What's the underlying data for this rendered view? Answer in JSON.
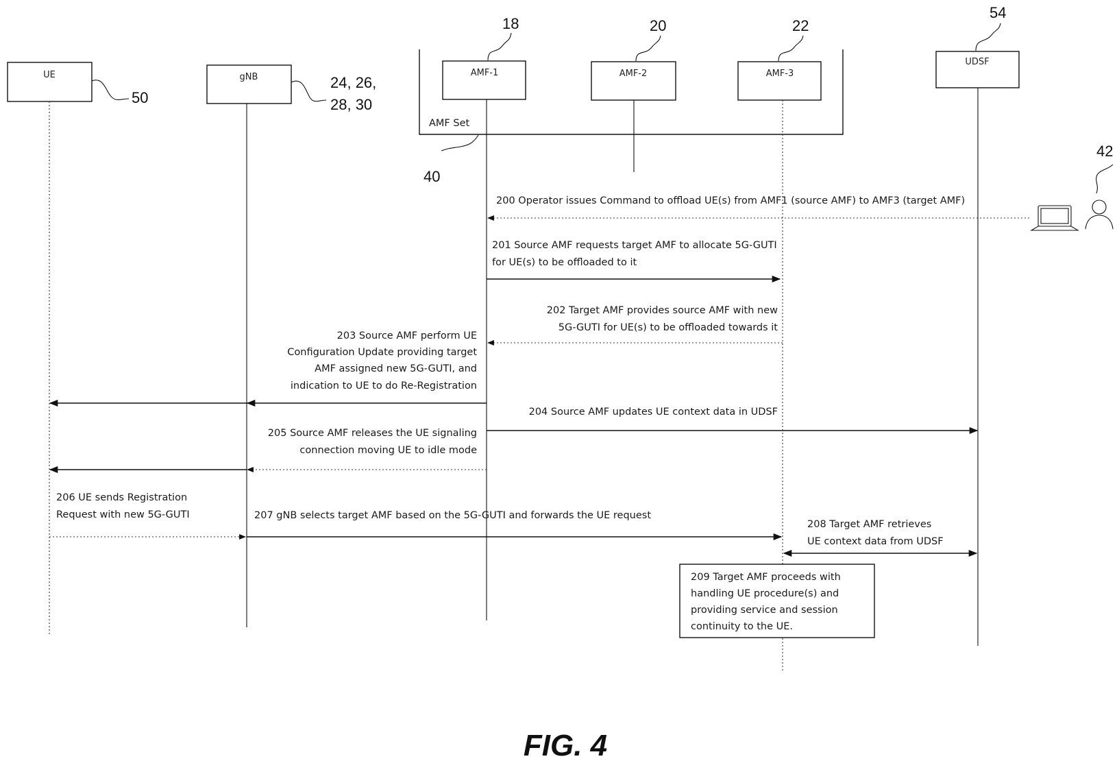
{
  "entities": {
    "ue": "UE",
    "gnb": "gNB",
    "amf1": "AMF-1",
    "amf2": "AMF-2",
    "amf3": "AMF-3",
    "udsf": "UDSF",
    "amf_set": "AMF Set"
  },
  "refs": {
    "r18": "18",
    "r20": "20",
    "r22": "22",
    "r54": "54",
    "r50": "50",
    "r24a": "24, 26,",
    "r24b": "28, 30",
    "r40": "40",
    "r42": "42"
  },
  "messages": {
    "m200": "200 Operator issues Command to offload UE(s) from AMF1 (source AMF) to AMF3 (target AMF)",
    "m201a": "201 Source AMF requests target AMF to allocate 5G-GUTI",
    "m201b": "for UE(s) to be offloaded to it",
    "m202a": "202 Target AMF provides source AMF with new",
    "m202b": "5G-GUTI for UE(s) to be offloaded towards it",
    "m203a": "203 Source AMF perform UE",
    "m203b": "Configuration Update providing target",
    "m203c": "AMF assigned new 5G-GUTI, and",
    "m203d": "indication to UE to do Re-Registration",
    "m204": "204 Source AMF updates UE context data in UDSF",
    "m205a": "205 Source AMF releases the UE signaling",
    "m205b": "connection moving UE to idle mode",
    "m206a": "206 UE sends Registration",
    "m206b": "Request with new 5G-GUTI",
    "m207": "207 gNB selects target AMF based on the 5G-GUTI and forwards the UE request",
    "m208a": "208 Target AMF retrieves",
    "m208b": "UE context data from UDSF",
    "m209a": "209 Target AMF proceeds with",
    "m209b": "handling UE procedure(s) and",
    "m209c": "providing service and session",
    "m209d": "continuity to the UE."
  },
  "figure_label": "FIG. 4"
}
